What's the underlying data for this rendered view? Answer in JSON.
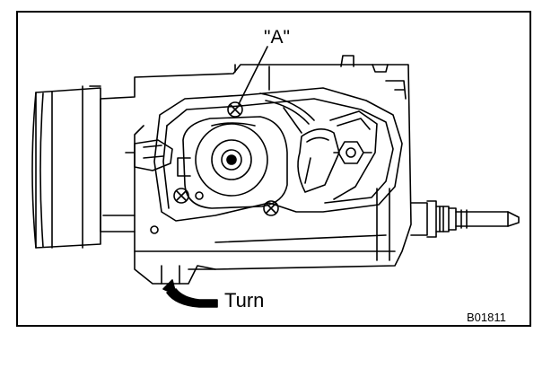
{
  "figure": {
    "callout_label": "\"A\"",
    "turn_label": "Turn",
    "figure_code": "B01811"
  },
  "colors": {
    "ink": "#000000",
    "paper": "#ffffff"
  }
}
